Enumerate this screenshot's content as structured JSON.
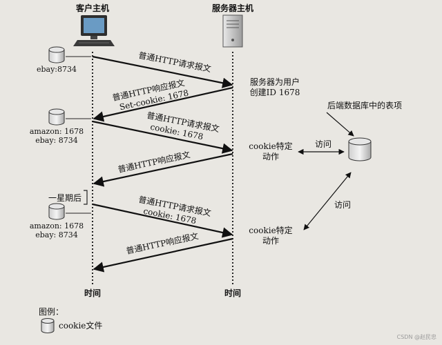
{
  "hosts": {
    "client": "客户主机",
    "server": "服务器主机"
  },
  "time_label": "时间",
  "client_caches": {
    "c1": [
      "ebay:8734"
    ],
    "c2": [
      "amazon: 1678",
      "ebay: 8734"
    ],
    "c3": [
      "amazon: 1678",
      "ebay: 8734"
    ]
  },
  "one_week_later": "一星期后",
  "messages": [
    {
      "lines": [
        "普通HTTP请求报文"
      ]
    },
    {
      "lines": [
        "普通HTTP响应报文",
        "Set-cookie: 1678"
      ]
    },
    {
      "lines": [
        "普通HTTP请求报文",
        "cookie: 1678"
      ]
    },
    {
      "lines": [
        "普通HTTP响应报文"
      ]
    },
    {
      "lines": [
        "普通HTTP请求报文",
        "cookie: 1678"
      ]
    },
    {
      "lines": [
        "普通HTTP响应报文"
      ]
    }
  ],
  "server_actions": {
    "create": [
      "服务器为用户",
      "创建ID 1678"
    ],
    "action1": [
      "cookie特定",
      "动作"
    ],
    "action2": [
      "cookie特定",
      "动作"
    ]
  },
  "backend_db": "后端数据库中的表项",
  "access": "访问",
  "legend": {
    "title": "图例：",
    "item": "cookie文件"
  },
  "watermark": "CSDN @赵民忠"
}
